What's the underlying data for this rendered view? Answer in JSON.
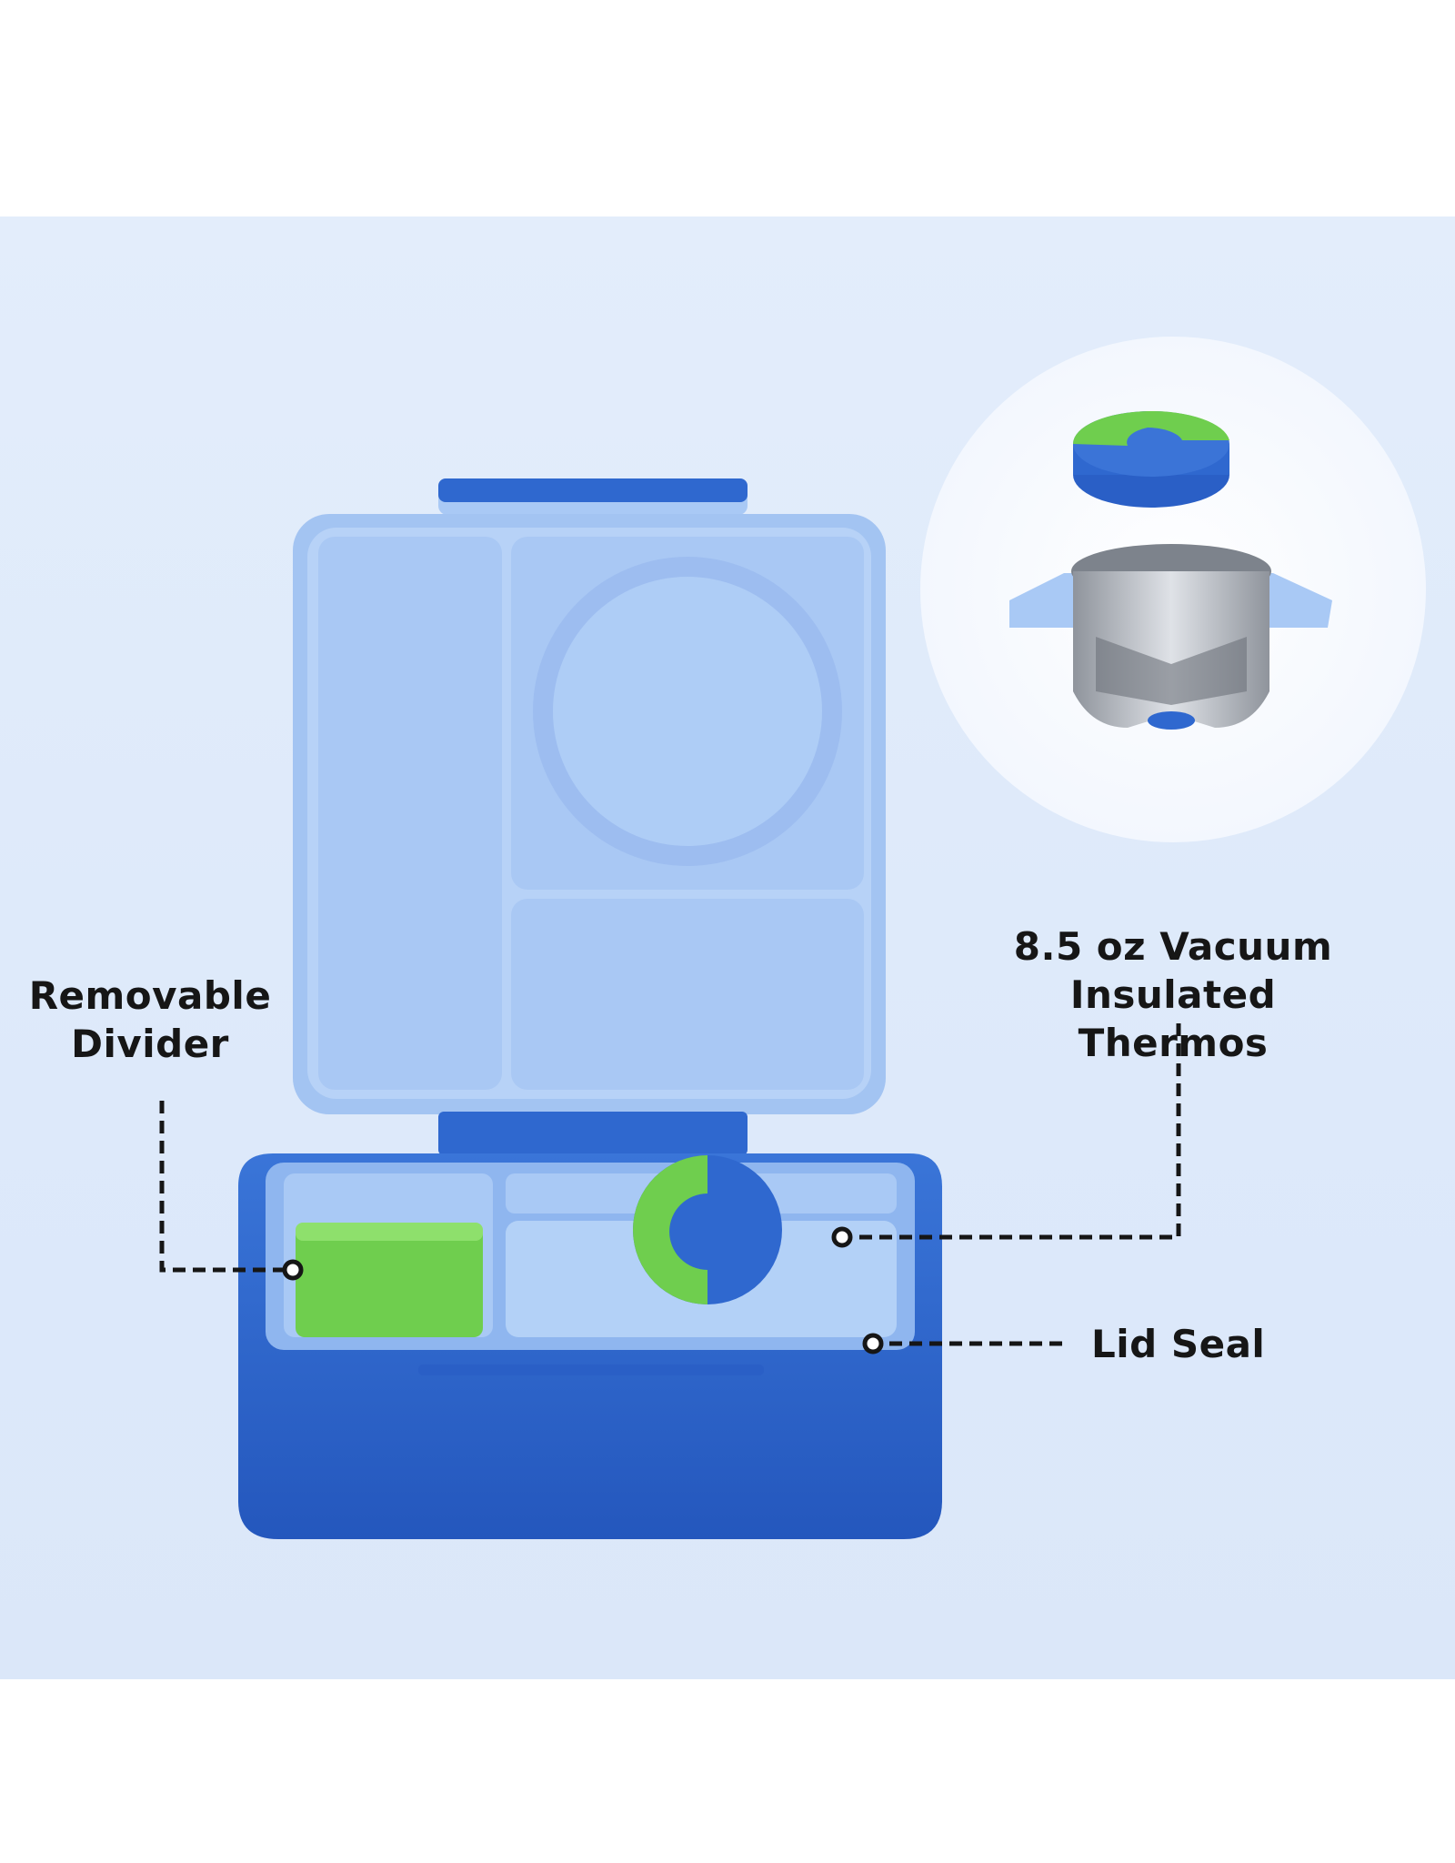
{
  "callouts": {
    "removable_divider": {
      "line1": "Removable",
      "line2": "Divider"
    },
    "thermos": {
      "line1": "8.5 oz Vacuum",
      "line2": "Insulated Thermos"
    },
    "lid_seal": {
      "line1": "Lid Seal"
    }
  },
  "colors": {
    "background_panel": "#dde9fa",
    "box_dark_blue": "#2f68cf",
    "box_light_blue": "#a9c9f5",
    "accent_green": "#6fce4e",
    "steel": "#b8bcc3"
  }
}
